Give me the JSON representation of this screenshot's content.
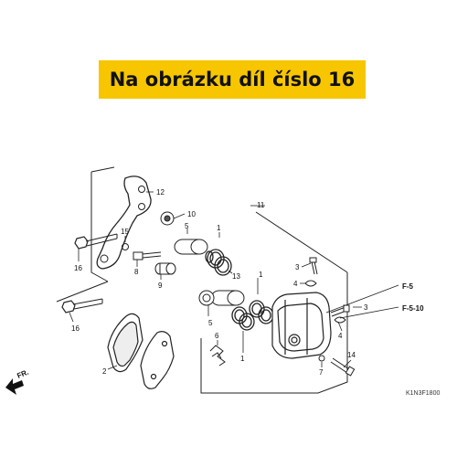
{
  "banner": {
    "text": "Na obrázku díl číslo 16",
    "color": "#f7c600"
  },
  "callouts": {
    "p12": "12",
    "p10": "10",
    "p11": "11",
    "p15": "15",
    "p16a": "16",
    "p5a": "5",
    "p1a": "1",
    "p8": "8",
    "p9": "9",
    "p13": "13",
    "p1b": "1",
    "p3a": "3",
    "p4a": "4",
    "p3b": "3",
    "p16b": "16",
    "p5b": "5",
    "p1c": "1",
    "p2": "2",
    "p6": "6",
    "p4b": "4",
    "p7": "7",
    "p14": "14"
  },
  "refs": {
    "f5": "F-5",
    "f510": "F-5-10"
  },
  "front_label": "FR.",
  "diagram_code": "K1N3F1800"
}
